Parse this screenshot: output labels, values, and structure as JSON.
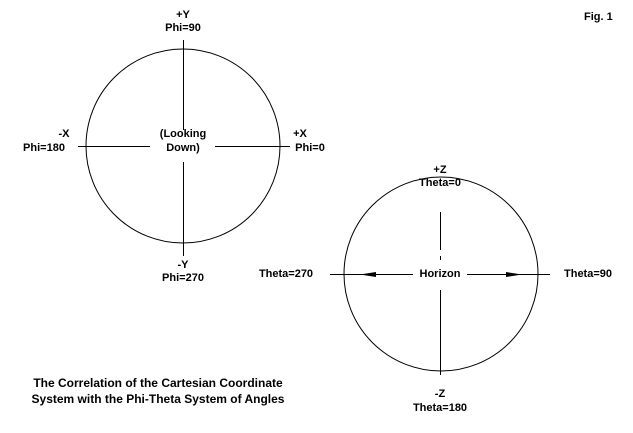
{
  "figure_label": "Fig. 1",
  "top_view": {
    "plus_y": "+Y",
    "plus_y_phi": "Phi=90",
    "minus_y": "-Y",
    "minus_y_phi": "Phi=270",
    "plus_x": "+X",
    "plus_x_phi": "Phi=0",
    "minus_x": "-X",
    "minus_x_phi": "Phi=180",
    "center_line1": "(Looking",
    "center_line2": "Down)"
  },
  "side_view": {
    "plus_z": "+Z",
    "plus_z_theta": "Theta=0",
    "minus_z": "-Z",
    "minus_z_theta": "Theta=180",
    "left": "Theta=270",
    "right": "Theta=90",
    "center": "Horizon"
  },
  "caption": {
    "line1": "The Correlation of the Cartesian Coordinate",
    "line2": "System with the Phi-Theta System of Angles"
  }
}
